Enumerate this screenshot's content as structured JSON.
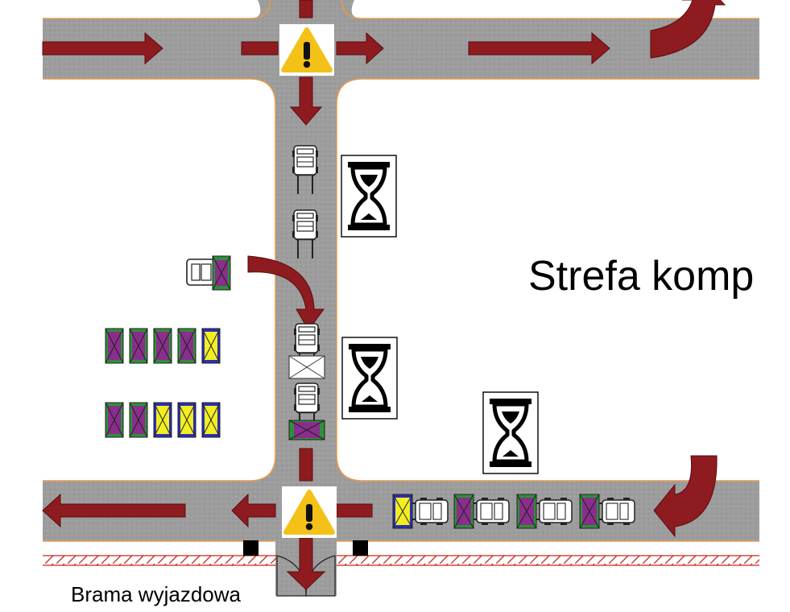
{
  "zone": {
    "title": "Strefa komp"
  },
  "gate": {
    "label": "Brama wyjazdowa"
  },
  "colors": {
    "road": "#9a9a9a",
    "road_edge": "#e89a4a",
    "arrow": "#8e1b1f",
    "pallet_green": "#2f8f3a",
    "pallet_purple": "#8a2e8c",
    "pallet_yellow": "#f2ee22",
    "pallet_blue": "#2b2fb5",
    "warning_yellow": "#f4c118",
    "hatch": "#c8261e"
  },
  "icons": {
    "warning": "warning-triangle-icon",
    "wait": "hourglass-icon",
    "vehicle": "forklift-icon",
    "pallet": "pallet-icon"
  },
  "pallet_rows": [
    [
      "green-purple",
      "green-purple",
      "green-purple",
      "green-purple",
      "blue-yellow"
    ],
    [
      "green-purple",
      "green-purple",
      "blue-yellow",
      "blue-yellow",
      "blue-yellow"
    ]
  ],
  "bottom_queue_loads": [
    "blue-yellow",
    "green-purple",
    "green-purple",
    "green-purple"
  ]
}
